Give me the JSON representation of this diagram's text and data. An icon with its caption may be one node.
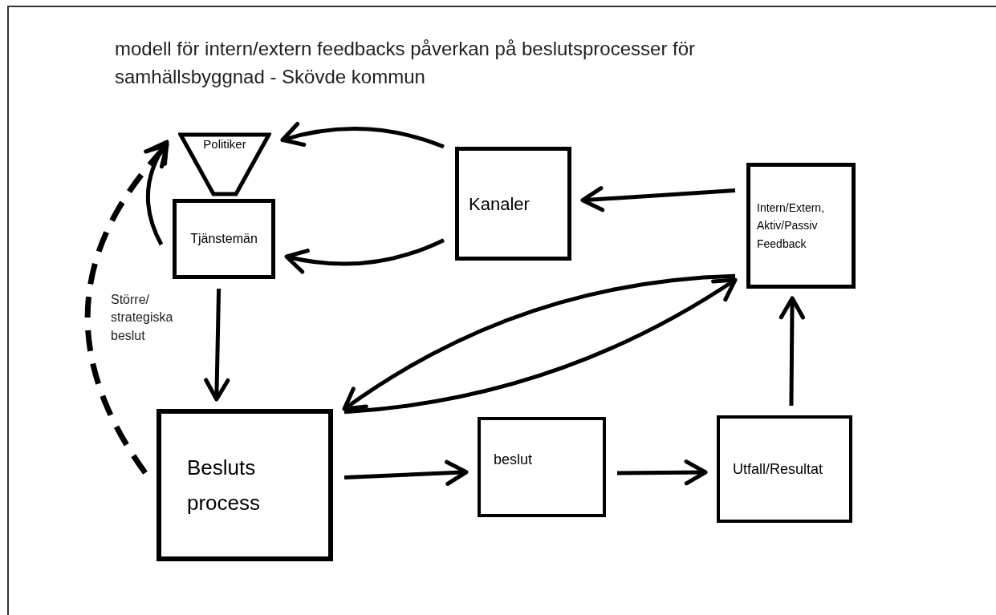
{
  "diagram": {
    "title": "modell för intern/extern feedbacks påverkan på beslutsprocesser för samhällsbyggnad - Skövde kommun",
    "nodes": [
      {
        "text": [
          "Politiker"
        ]
      },
      {
        "text": [
          "Tjänstemän"
        ]
      },
      {
        "text": [
          "Kanaler"
        ]
      },
      {
        "text": [
          "Intern/Extern, Aktiv/Passiv Feedback"
        ]
      },
      {
        "text": [
          "Besluts process"
        ]
      },
      {
        "text": [
          "beslut"
        ]
      },
      {
        "text": [
          "Utfall/Resultat"
        ]
      }
    ],
    "edges": [
      {
        "from": 2,
        "to": 0,
        "arrow": "to"
      },
      {
        "from": 2,
        "to": 1,
        "arrow": "to"
      },
      {
        "from": 3,
        "to": 2,
        "arrow": "to"
      },
      {
        "from": 1,
        "to": 4,
        "arrow": "to"
      },
      {
        "from": 4,
        "to": 0,
        "arrow": "to",
        "style": "dashed",
        "label": "Större/ strategiska beslut"
      },
      {
        "from": 1,
        "to": 0,
        "arrow": "to"
      },
      {
        "from": 3,
        "to": 4,
        "arrow": "to"
      },
      {
        "from": 4,
        "to": 3,
        "arrow": "to"
      },
      {
        "from": 4,
        "to": 5,
        "arrow": "to"
      },
      {
        "from": 5,
        "to": 6,
        "arrow": "to"
      },
      {
        "from": 6,
        "to": 3,
        "arrow": "to"
      }
    ]
  }
}
